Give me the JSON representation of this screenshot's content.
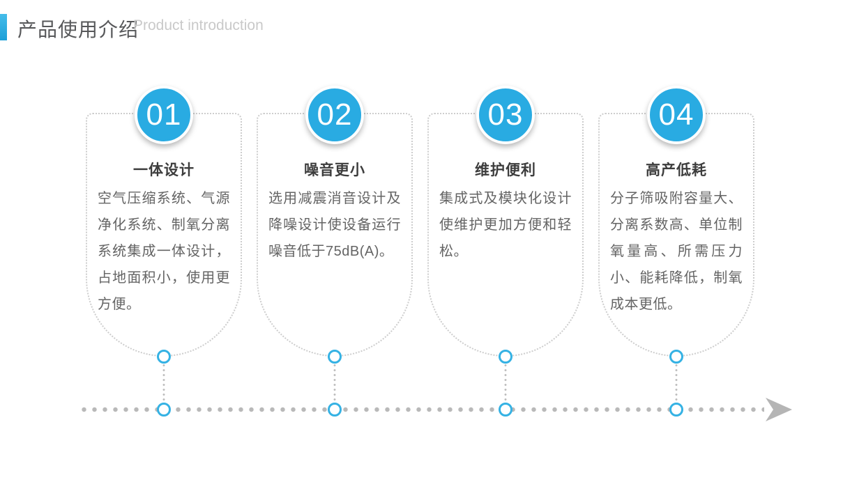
{
  "header": {
    "title": "产品使用介绍",
    "subtitle": "Product introduction"
  },
  "colors": {
    "accent_blue": "#29abe2",
    "node_stroke_blue": "#35b2e4",
    "dot_gray": "#b9b9b9",
    "border_dotted_gray": "#cdcdcd",
    "title_gray": "#57585a",
    "body_gray": "#646464"
  },
  "cards": [
    {
      "number": "01",
      "title": "一体设计",
      "body": "空气压缩系统、气源净化系统、制氧分离系统集成一体设计，占地面积小，使用更方便。"
    },
    {
      "number": "02",
      "title": "噪音更小",
      "body": "选用减震消音设计及降噪设计使设备运行噪音低于75dB(A)。"
    },
    {
      "number": "03",
      "title": "维护便利",
      "body": "集成式及模块化设计使维护更加方便和轻松。"
    },
    {
      "number": "04",
      "title": "高产低耗",
      "body": "分子筛吸附容量大、分离系数高、单位制氧量高、所需压力小、能耗降低，制氧成本更低。"
    }
  ],
  "timeline": {
    "arrow_icon": "arrow-right"
  }
}
